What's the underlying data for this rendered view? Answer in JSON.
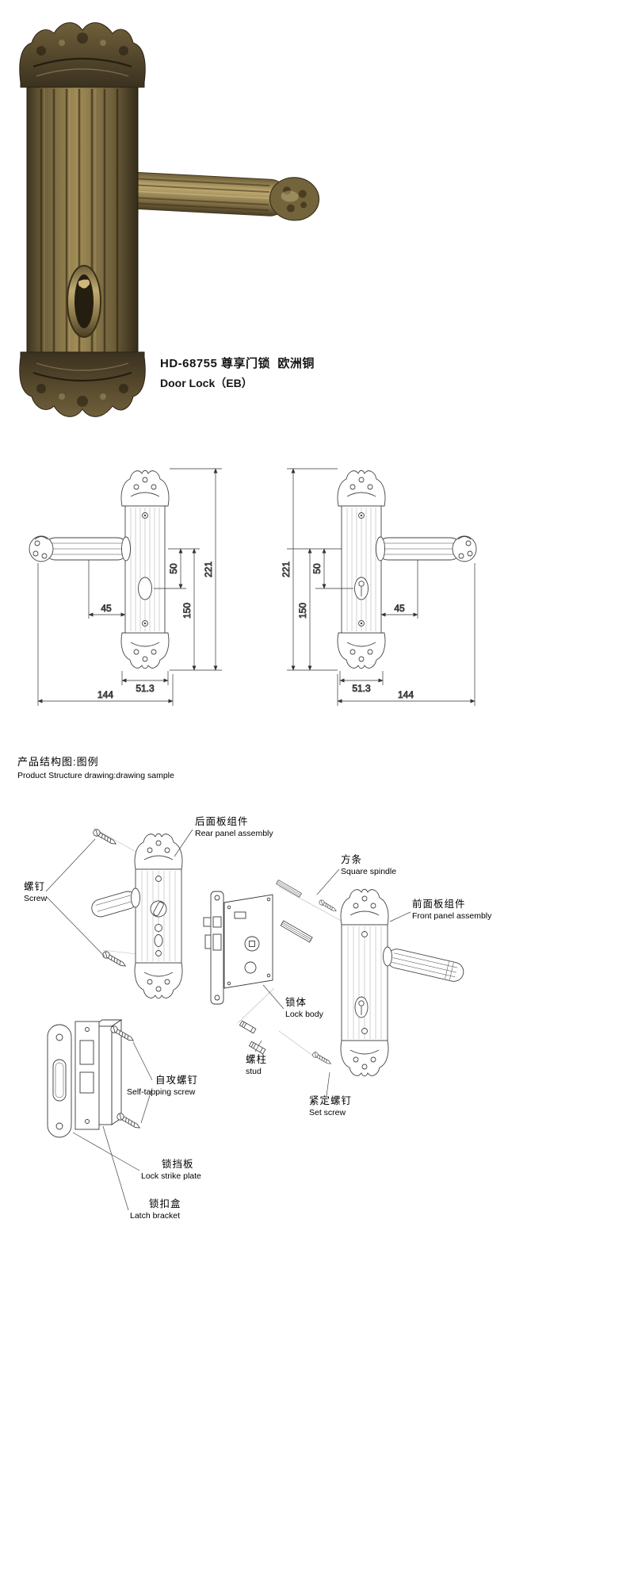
{
  "product": {
    "title": "HD-68755 尊享门锁  欧洲铜",
    "subtitle": "Door Lock（EB）"
  },
  "structure_section": {
    "heading_cn": "产品结构图:图例",
    "heading_en": "Product Structure drawing:drawing sample"
  },
  "dimensions": {
    "left": {
      "total_height": "221",
      "handle_to_bottom": "150",
      "handle_to_cylinder": "50",
      "edge_offset": "45",
      "plate_width": "51.3",
      "total_width": "144"
    },
    "right": {
      "total_height": "221",
      "handle_to_bottom": "150",
      "handle_to_cylinder": "50",
      "edge_offset": "45",
      "plate_width": "51.3",
      "total_width": "144"
    }
  },
  "parts": {
    "rear_panel": {
      "cn": "后面板组件",
      "en": "Rear panel assembly"
    },
    "square_spindle": {
      "cn": "方条",
      "en": "Square spindle"
    },
    "screw": {
      "cn": "螺钉",
      "en": "Screw"
    },
    "front_panel": {
      "cn": "前面板组件",
      "en": "Front panel assembly"
    },
    "lock_body": {
      "cn": "锁体",
      "en": "Lock body"
    },
    "stud": {
      "cn": "螺柱",
      "en": "stud"
    },
    "self_tapping_screw": {
      "cn": "自攻螺钉",
      "en": "Self-tapping screw"
    },
    "set_screw": {
      "cn": "紧定螺钉",
      "en": "Set screw"
    },
    "strike_plate": {
      "cn": "锁挡板",
      "en": "Lock strike plate"
    },
    "latch_bracket": {
      "cn": "锁扣盒",
      "en": "Latch bracket"
    }
  },
  "colors": {
    "bronze_dark": "#3e3420",
    "bronze_mid": "#8a774a",
    "bronze_light": "#c4b078",
    "line": "#444444"
  }
}
